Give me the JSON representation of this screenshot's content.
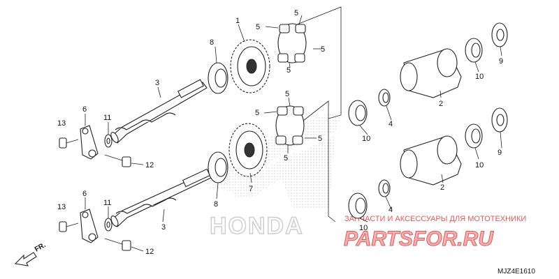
{
  "callouts": {
    "c1": "1",
    "c2a": "2",
    "c2b": "2",
    "c3a": "3",
    "c3b": "3",
    "c4a": "4",
    "c4b": "4",
    "c5a": "5",
    "c5b": "5",
    "c5c": "5",
    "c5d": "5",
    "c5e": "5",
    "c5f": "5",
    "c5g": "5",
    "c5h": "5",
    "c6a": "6",
    "c6b": "6",
    "c7": "7",
    "c8a": "8",
    "c8b": "8",
    "c9a": "9",
    "c9b": "9",
    "c10a": "10",
    "c10b": "10",
    "c10c": "10",
    "c10d": "10",
    "c11a": "11",
    "c11b": "11",
    "c12a": "12",
    "c12b": "12",
    "c13a": "13",
    "c13b": "13"
  },
  "direction_label": "FR.",
  "watermark": {
    "brand": "HONDA",
    "tagline": "ЗАПЧАСТИ И АКСЕССУАРЫ ДЛЯ МОТОТЕХНИКИ",
    "site": "PARTSFOR.RU"
  },
  "diagram_code": "MJZ4E1610",
  "colors": {
    "line": "#222222",
    "watermark_red": "#e05a5a",
    "watermark_gray": "#cccccc"
  }
}
